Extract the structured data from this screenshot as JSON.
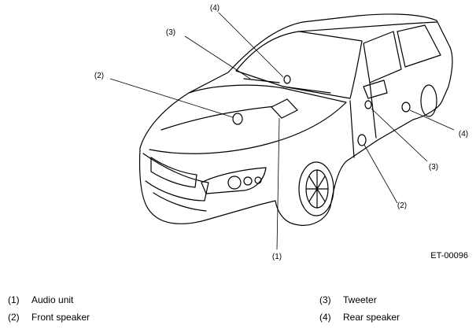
{
  "callouts": {
    "c1": "(1)",
    "c2_left": "(2)",
    "c2_right": "(2)",
    "c3_left": "(3)",
    "c3_right": "(3)",
    "c4_top": "(4)",
    "c4_right": "(4)"
  },
  "figure_code": "ET-00096",
  "legend": [
    {
      "num": "(1)",
      "label": "Audio unit"
    },
    {
      "num": "(2)",
      "label": "Front speaker"
    },
    {
      "num": "(3)",
      "label": "Tweeter"
    },
    {
      "num": "(4)",
      "label": "Rear speaker"
    }
  ],
  "colors": {
    "line": "#000000",
    "background": "#ffffff"
  }
}
